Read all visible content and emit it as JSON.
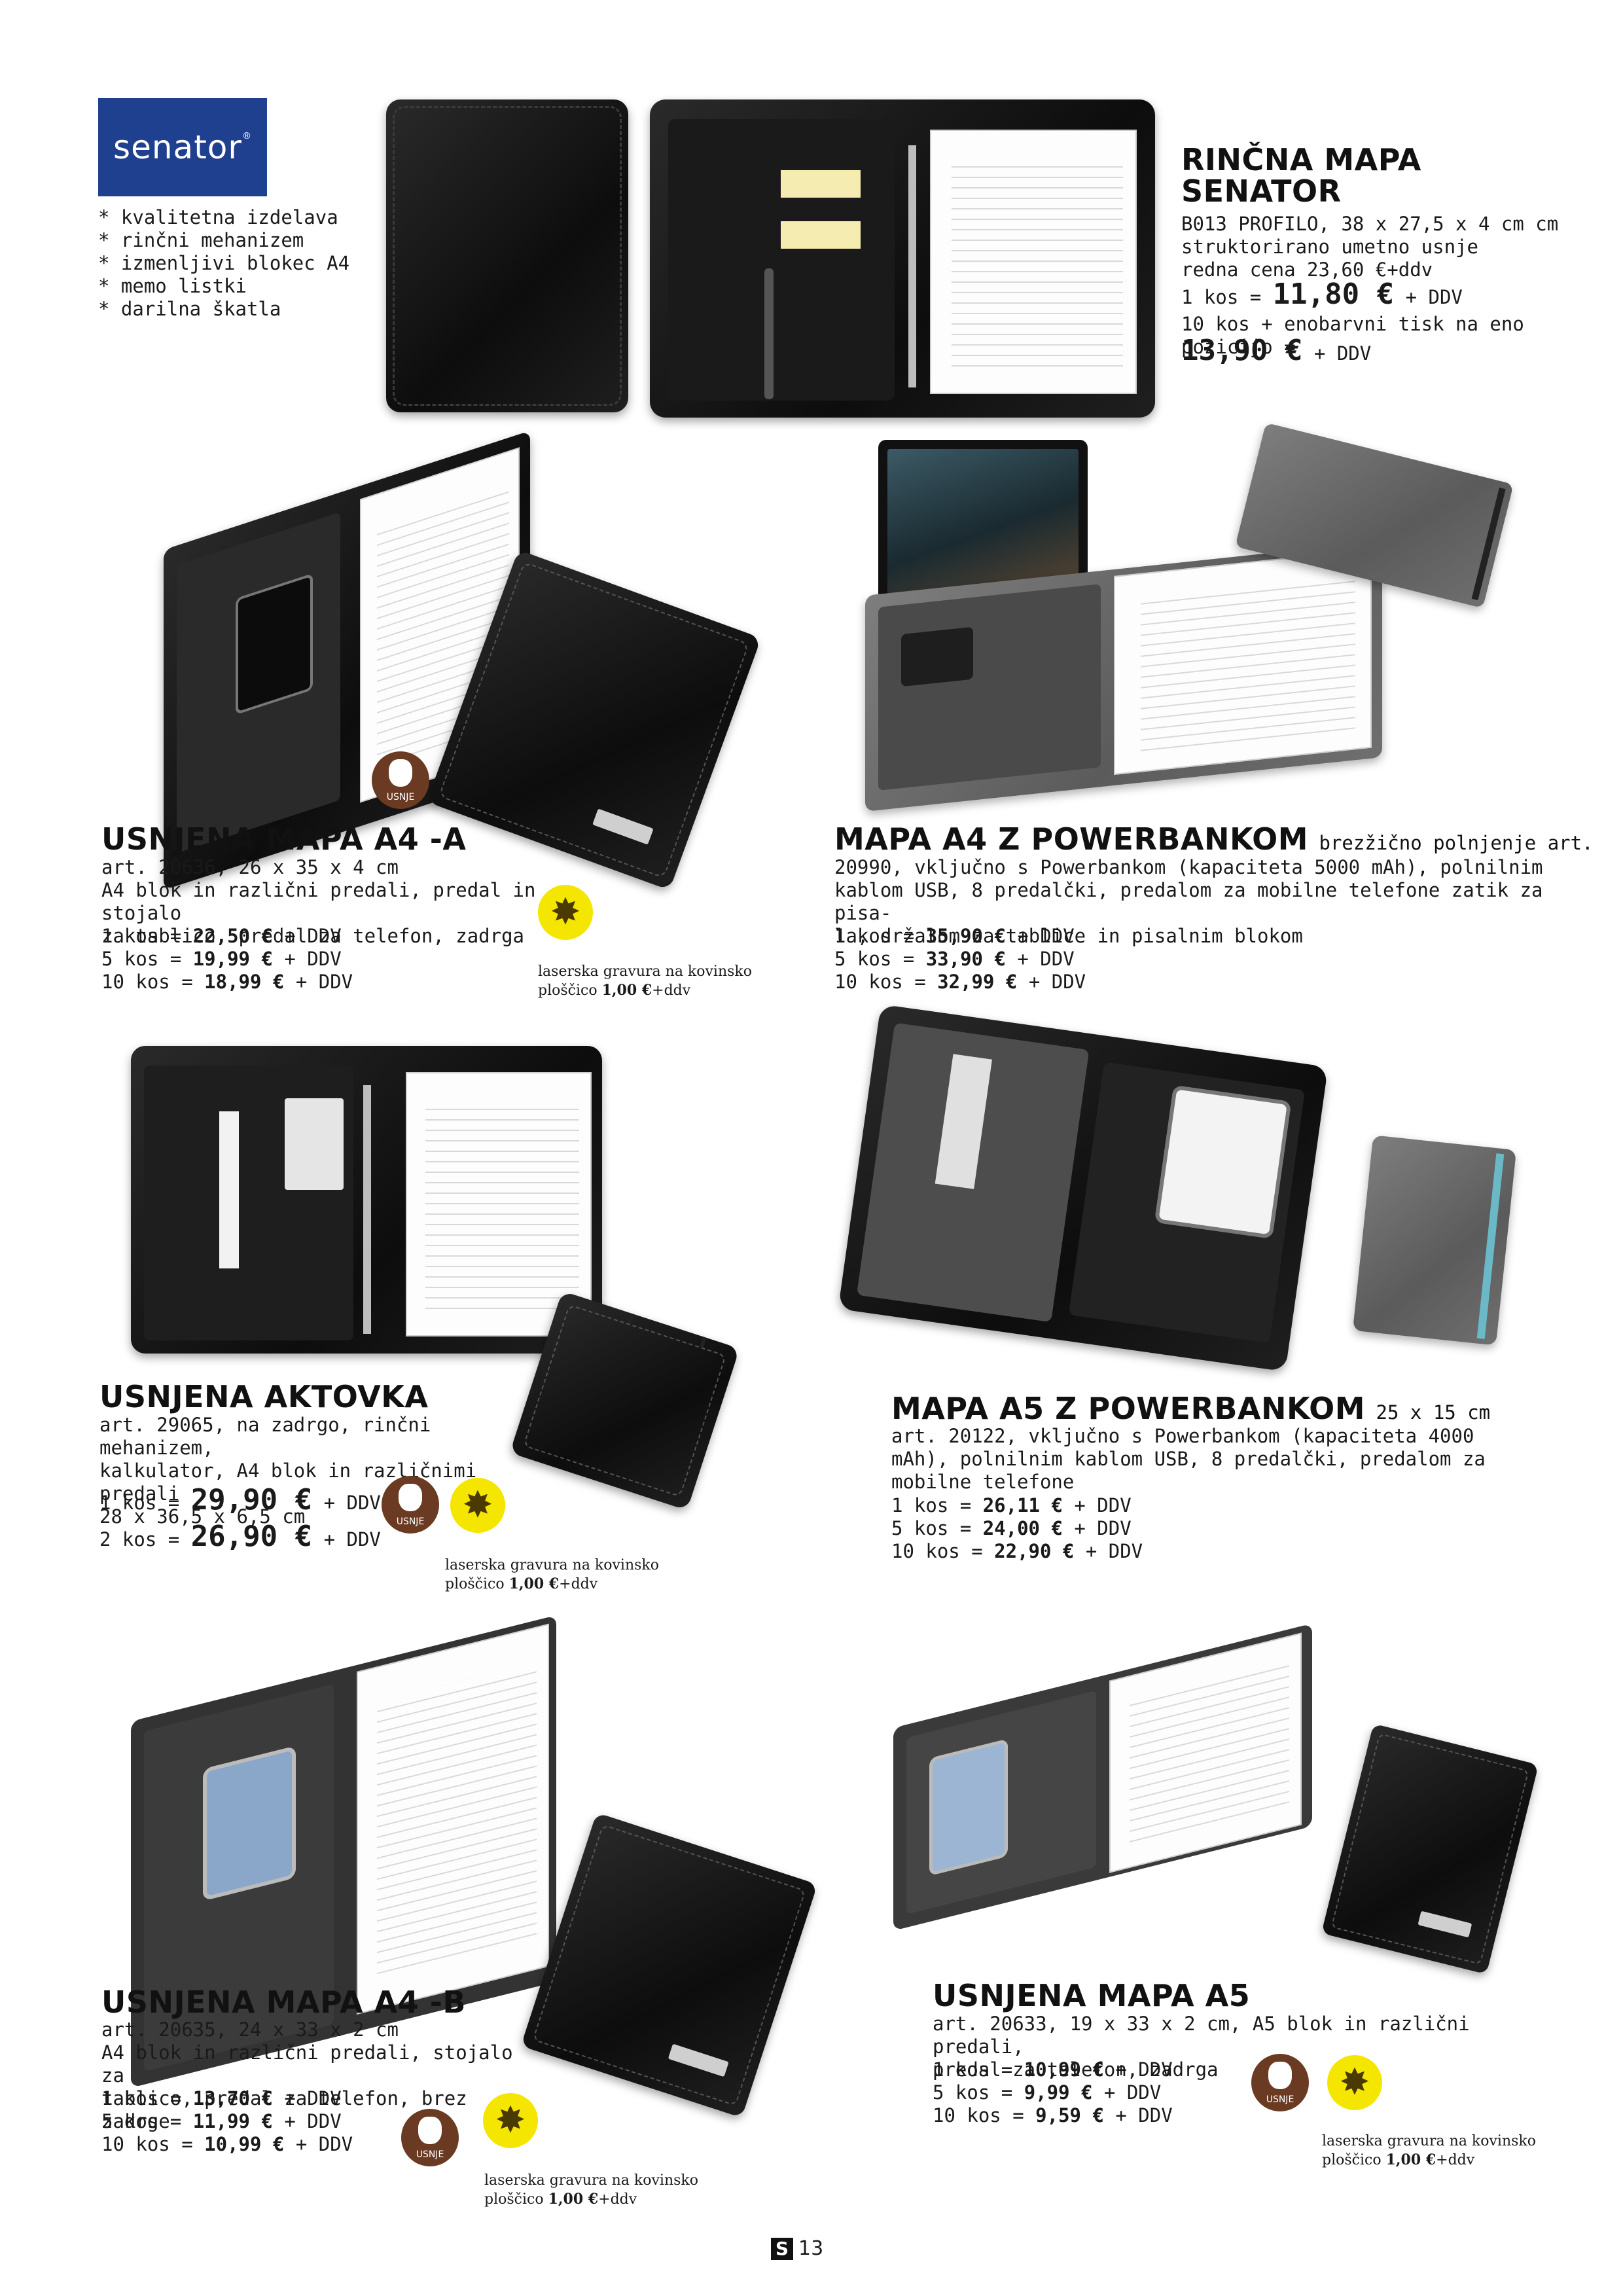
{
  "brand": {
    "logo_text": "senator",
    "logo_mark": "®",
    "features": "* kvalitetna izdelava\n* rinčni mehanizem\n* izmenljivi blokec A4\n* memo listki\n* darilna škatla"
  },
  "products": {
    "rincna": {
      "title_line1": "RINČNA MAPA",
      "title_line2": "SENATOR",
      "details": "B013 PROFILO, 38 x 27,5 x 4 cm cm\nstruktorirano umetno usnje\nredna cena 23,60 €+ddv",
      "price1_label": "1 kos =",
      "price1_value": "11,80 €",
      "price1_suffix": "+ DDV",
      "price10_label": "10 kos + enobarvni tisk na eno pozicijo =",
      "price10_value": "13,90 €",
      "price10_suffix": "+ DDV"
    },
    "a4a": {
      "title": "USNJENA MAPA A4 -A",
      "details": "art. 20636, 26 x 35 x 4 cm\nA4 blok in različni predali, predal in stojalo\nza tablico, predal za telefon, zadrga",
      "prices": [
        {
          "label": "1 kos =",
          "value": "22,50 €",
          "suffix": "+ DDV"
        },
        {
          "label": "5 kos =",
          "value": "19,99 €",
          "suffix": "+ DDV"
        },
        {
          "label": "10 kos =",
          "value": "18,99 €",
          "suffix": "+ DDV"
        }
      ],
      "badge_leather": "USNJE",
      "laser_text": "laserska gravura na kovinsko\nploščico",
      "laser_price": "1,00 €",
      "laser_suffix": "+ddv"
    },
    "power_a4": {
      "title": "MAPA A4 Z POWERBANKOM",
      "title_tail": "brezžično polnjenje art.",
      "details": "20990, vključno s Powerbankom (kapaciteta 5000 mAh), polnilnim\nkablom USB, 8 predalčki, predalom za mobilne telefone zatik za pisa-\nla, držalom za tablice in pisalnim blokom",
      "prices": [
        {
          "label": "1 kos =",
          "value": "35,90 €",
          "suffix": "+ DDV"
        },
        {
          "label": "5 kos =",
          "value": "33,90 €",
          "suffix": "+ DDV"
        },
        {
          "label": "10 kos =",
          "value": "32,99 €",
          "suffix": "+ DDV"
        }
      ]
    },
    "aktovka": {
      "title": "USNJENA AKTOVKA",
      "details": "art. 29065, na zadrgo, rinčni mehanizem,\nkalkulator, A4 blok in različnimi predali\n28 x 36,5 x 6,5 cm",
      "prices": [
        {
          "label": "1 kos =",
          "value": "29,90 €",
          "suffix": "+ DDV"
        },
        {
          "label": "2 kos =",
          "value": "26,90 €",
          "suffix": "+ DDV"
        }
      ],
      "badge_leather": "USNJE",
      "laser_text": "laserska gravura na kovinsko\nploščico",
      "laser_price": "1,00 €",
      "laser_suffix": "+ddv"
    },
    "power_a5": {
      "title": "MAPA A5 Z POWERBANKOM",
      "title_tail": "25 x 15 cm",
      "details": "art. 20122, vključno s Powerbankom (kapaciteta 4000\nmAh), polnilnim kablom USB, 8 predalčki, predalom za\nmobilne telefone",
      "prices": [
        {
          "label": "1 kos =",
          "value": "26,11 €",
          "suffix": "+ DDV"
        },
        {
          "label": "5 kos =",
          "value": "24,00 €",
          "suffix": "+ DDV"
        },
        {
          "label": "10 kos =",
          "value": "22,90 €",
          "suffix": "+ DDV"
        }
      ]
    },
    "a4b": {
      "title": "USNJENA MAPA A4 -B",
      "details": "art. 20635, 24 x 33 x 2 cm\nA4 blok in različni predali, stojalo za\ntablico, predal za telefon, brez zadrge",
      "prices": [
        {
          "label": "1 kos =",
          "value": "13,70 €",
          "suffix": "+ DDV"
        },
        {
          "label": "5 kos =",
          "value": "11,99 €",
          "suffix": "+ DDV"
        },
        {
          "label": "10 kos =",
          "value": "10,99 €",
          "suffix": "+ DDV"
        }
      ],
      "badge_leather": "USNJE",
      "laser_text": "laserska gravura na kovinsko\nploščico",
      "laser_price": "1,00 €",
      "laser_suffix": "+ddv"
    },
    "a5": {
      "title": "USNJENA MAPA A5",
      "details": "art. 20633, 19 x 33 x 2 cm, A5 blok in različni predali,\npredal za telefon, zadrga",
      "prices": [
        {
          "label": "1 kos =",
          "value": "10,99 €",
          "suffix": "+ DDV"
        },
        {
          "label": "5 kos =",
          "value": "9,99 €",
          "suffix": "+ DDV"
        },
        {
          "label": "10 kos =",
          "value": "9,59 €",
          "suffix": "+ DDV"
        }
      ],
      "badge_leather": "USNJE",
      "laser_text": "laserska gravura na kovinsko\nploščico",
      "laser_price": "1,00 €",
      "laser_suffix": "+ddv"
    }
  },
  "footer": {
    "mark": "S",
    "page_number": "13"
  },
  "colors": {
    "logo_bg": "#1f3f8f",
    "leather_badge": "#6a3a22",
    "laser_badge": "#f5e600",
    "memo_yellow": "#f4ecb0"
  },
  "icons": [
    "leather-icon",
    "laser-icon"
  ]
}
